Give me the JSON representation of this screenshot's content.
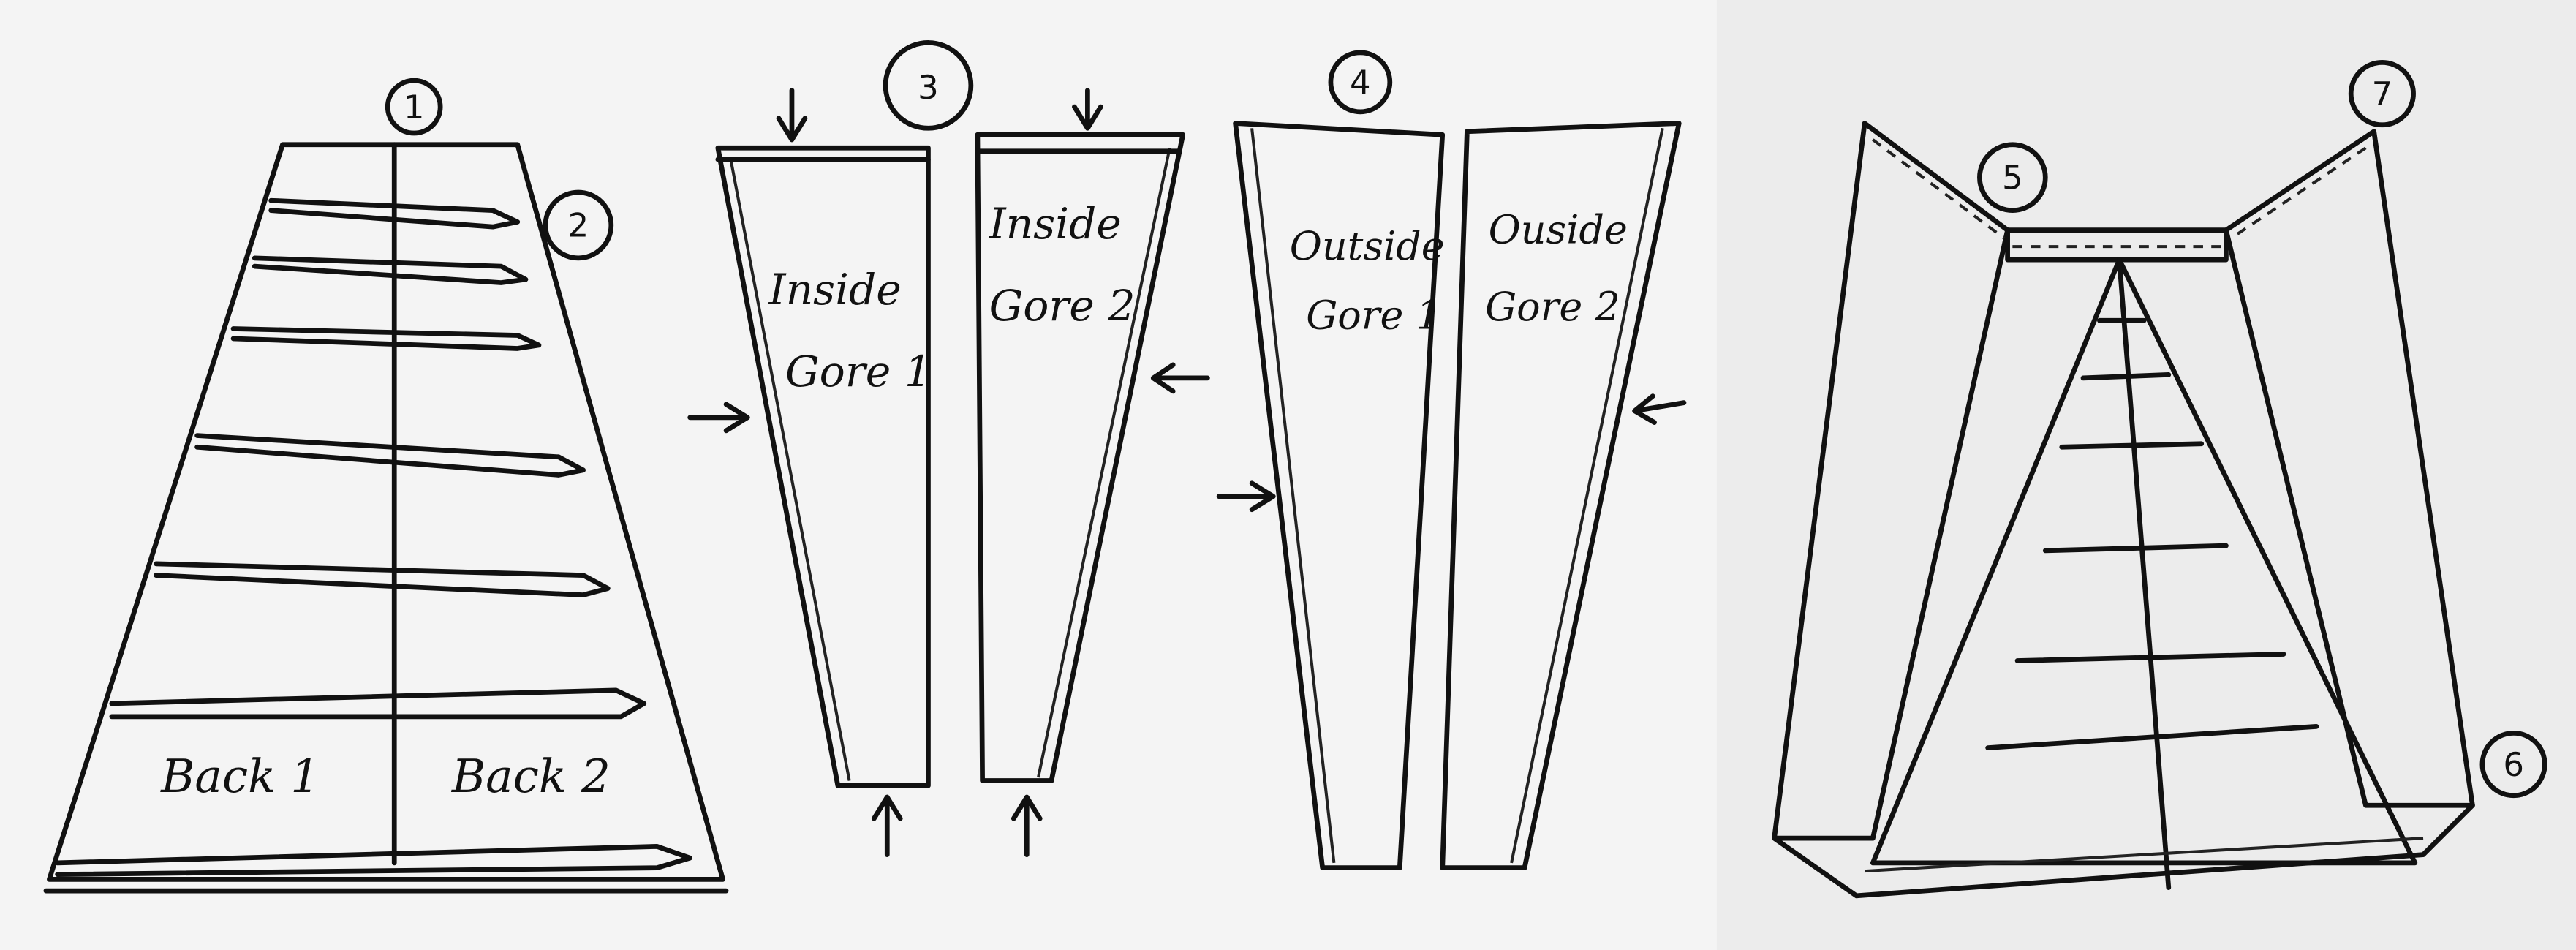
{
  "sketch": {
    "step_numbers": [
      "1",
      "2",
      "3",
      "4",
      "5",
      "6",
      "7"
    ],
    "back_panel": {
      "left_label": "Back 1",
      "right_label": "Back 2"
    },
    "inside_gores": [
      {
        "line1": "Inside",
        "line2": "Gore 1"
      },
      {
        "line1": "Inside",
        "line2": "Gore 2"
      }
    ],
    "outside_gores": [
      {
        "line1": "Outside",
        "line2": "Gore 1"
      },
      {
        "line1": "Ouside",
        "line2": "Gore 2"
      }
    ],
    "ink_color": "#111111",
    "paper_color": "#f4f4f4"
  }
}
